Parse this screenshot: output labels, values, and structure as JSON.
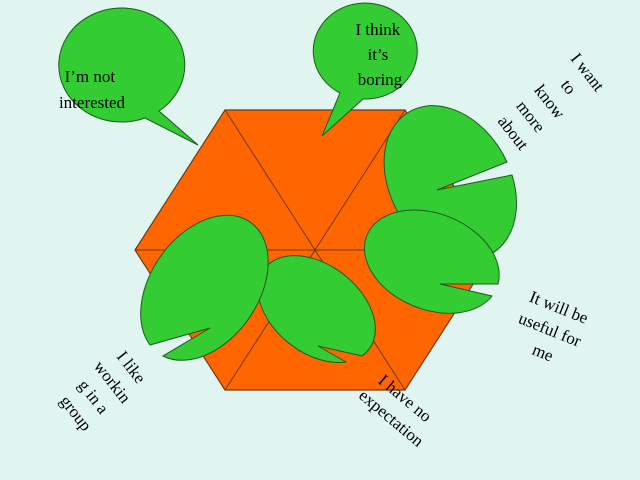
{
  "colors": {
    "background": "#e0f4f0",
    "hexagon_fill": "#ff6600",
    "hexagon_edge": "#6b3a1a",
    "bubble_fill": "#33cc33",
    "bubble_stroke": "#1e5a1e",
    "text": "#000000"
  },
  "bubbles": [
    {
      "id": "boring",
      "lines": [
        "I think",
        "it’s",
        "boring"
      ]
    },
    {
      "id": "not-interested",
      "lines": [
        "I’m not",
        "interested"
      ]
    },
    {
      "id": "want-to-know",
      "lines": [
        "I want",
        "to",
        "know",
        "more",
        "about"
      ]
    },
    {
      "id": "useful",
      "lines": [
        "It will be",
        "useful for",
        "me"
      ]
    },
    {
      "id": "no-expectation",
      "lines": [
        "I have no",
        "expectation"
      ]
    },
    {
      "id": "like-group",
      "lines": [
        "I like",
        "workin",
        "g in a",
        "group"
      ]
    }
  ]
}
